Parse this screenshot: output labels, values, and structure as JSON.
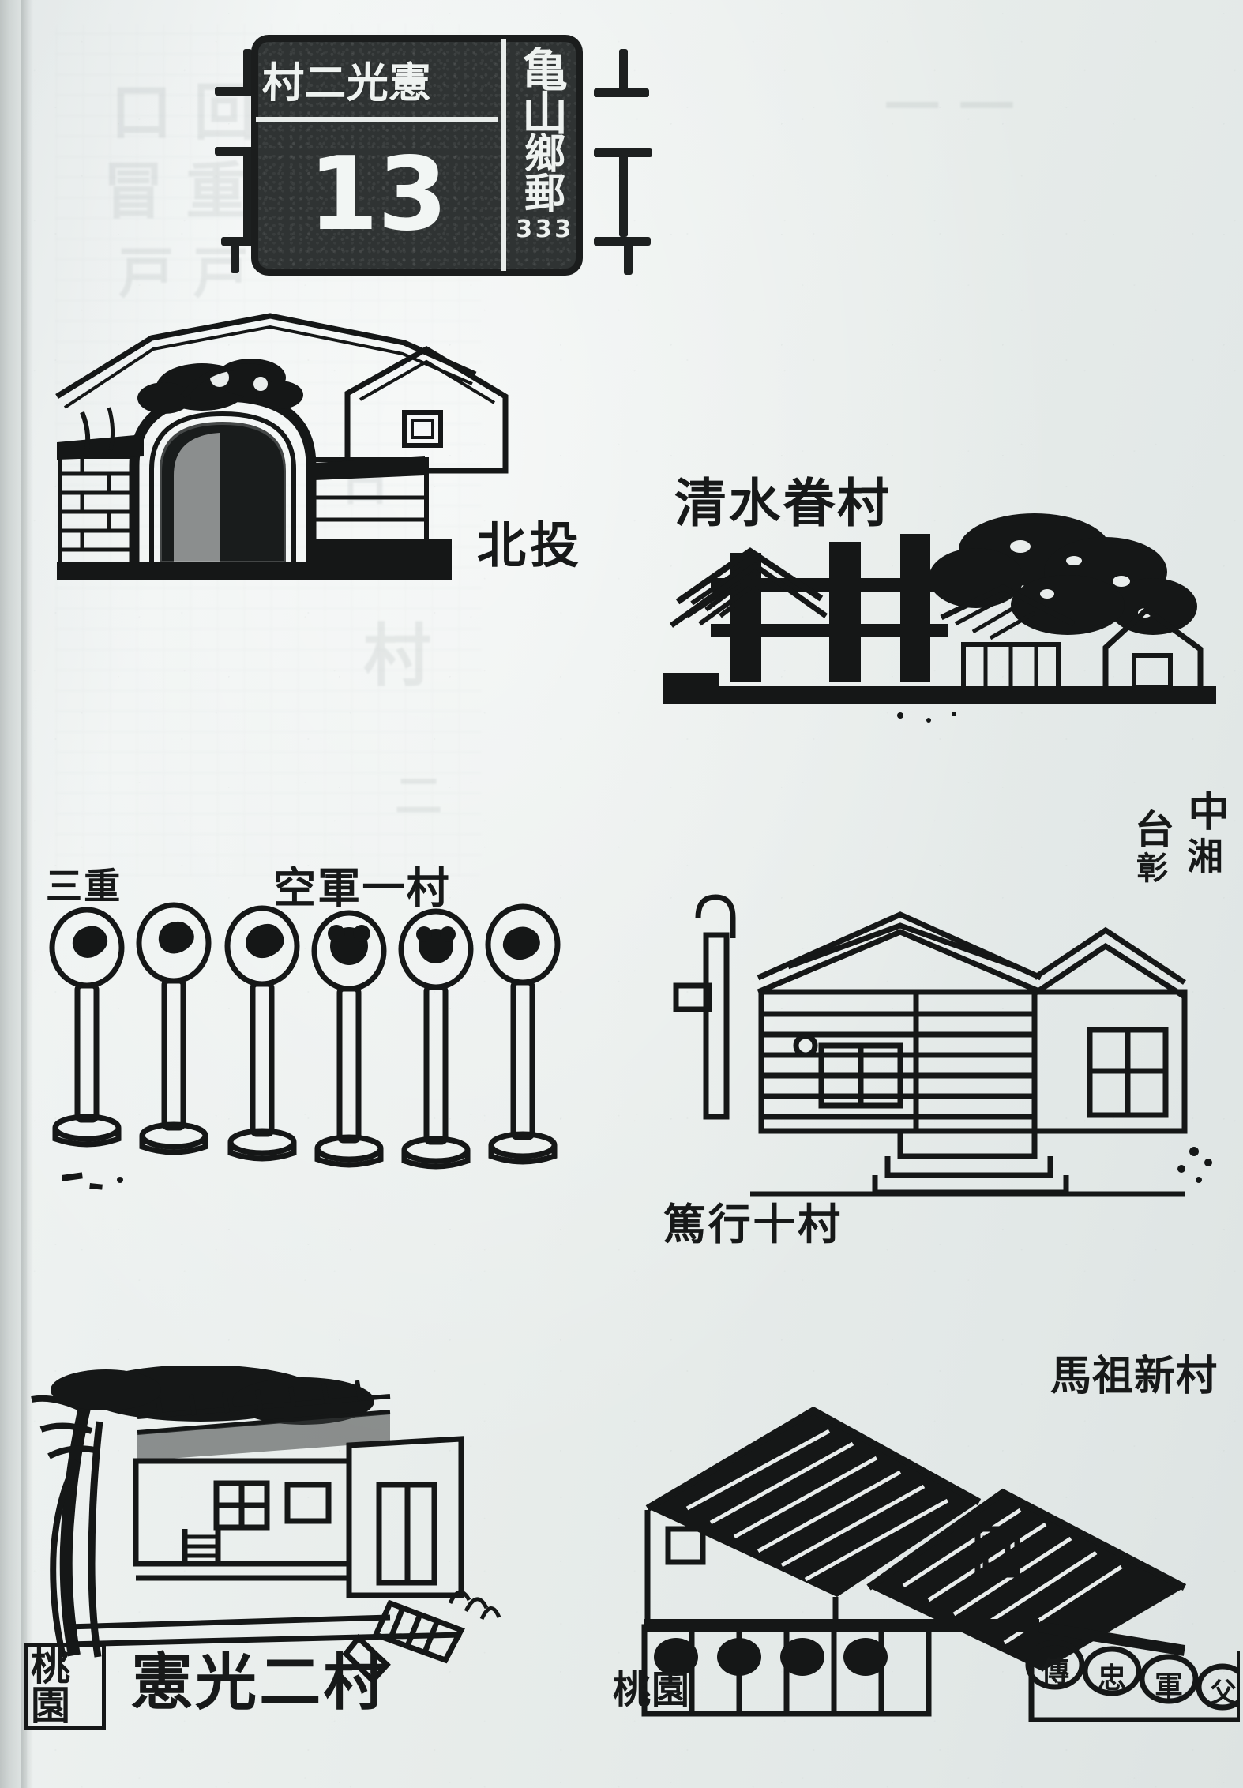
{
  "page": {
    "medium": "linocut / rubber-stamp prints on book page",
    "subject": "Taiwan military dependents' villages (juancun) stamp collection",
    "background_color": "#e9edec",
    "ink_color": "#171919"
  },
  "road_sign": {
    "top_line": "村二光憲",
    "number": "13",
    "vertical_chars": [
      "亀",
      "山",
      "鄉",
      "郵"
    ],
    "zip": "333"
  },
  "plates": [
    {
      "id": "beitou-arch",
      "caption": "北投",
      "caption_position": "bottom-right",
      "description": "brick archway gate with tiled roof and trees"
    },
    {
      "id": "qingshui-juancun",
      "title": "清水眷村",
      "title_position": "top-left",
      "description": "wooden village gateway with large tree and tiled roofs"
    },
    {
      "id": "air-force-first-village",
      "caption_left": "三重",
      "caption_right": "空軍一村",
      "description": "row of six round bollard posts"
    },
    {
      "id": "duxing-tenth-village",
      "caption": "篤行十村",
      "caption_position": "bottom-left",
      "vertical_stamp": [
        "中",
        "台",
        "彰",
        "湘"
      ],
      "description": "japanese-style wooden house with lamp post"
    },
    {
      "id": "xianguang-second-village",
      "caption": "憲光二村",
      "stamp": "桃園",
      "description": "courtyard with old tree, pergola and low buildings"
    },
    {
      "id": "matsu-new-village",
      "caption": "馬祖新村",
      "caption_position": "top-right",
      "stamp": "桃園",
      "lantern_chars": [
        "傳",
        "忠",
        "軍",
        "父"
      ],
      "description": "tiled-roof houses with round lanterns along the eaves"
    }
  ],
  "bleed_through": {
    "visible": true,
    "note": "faint reverse-side print showing through the paper"
  }
}
